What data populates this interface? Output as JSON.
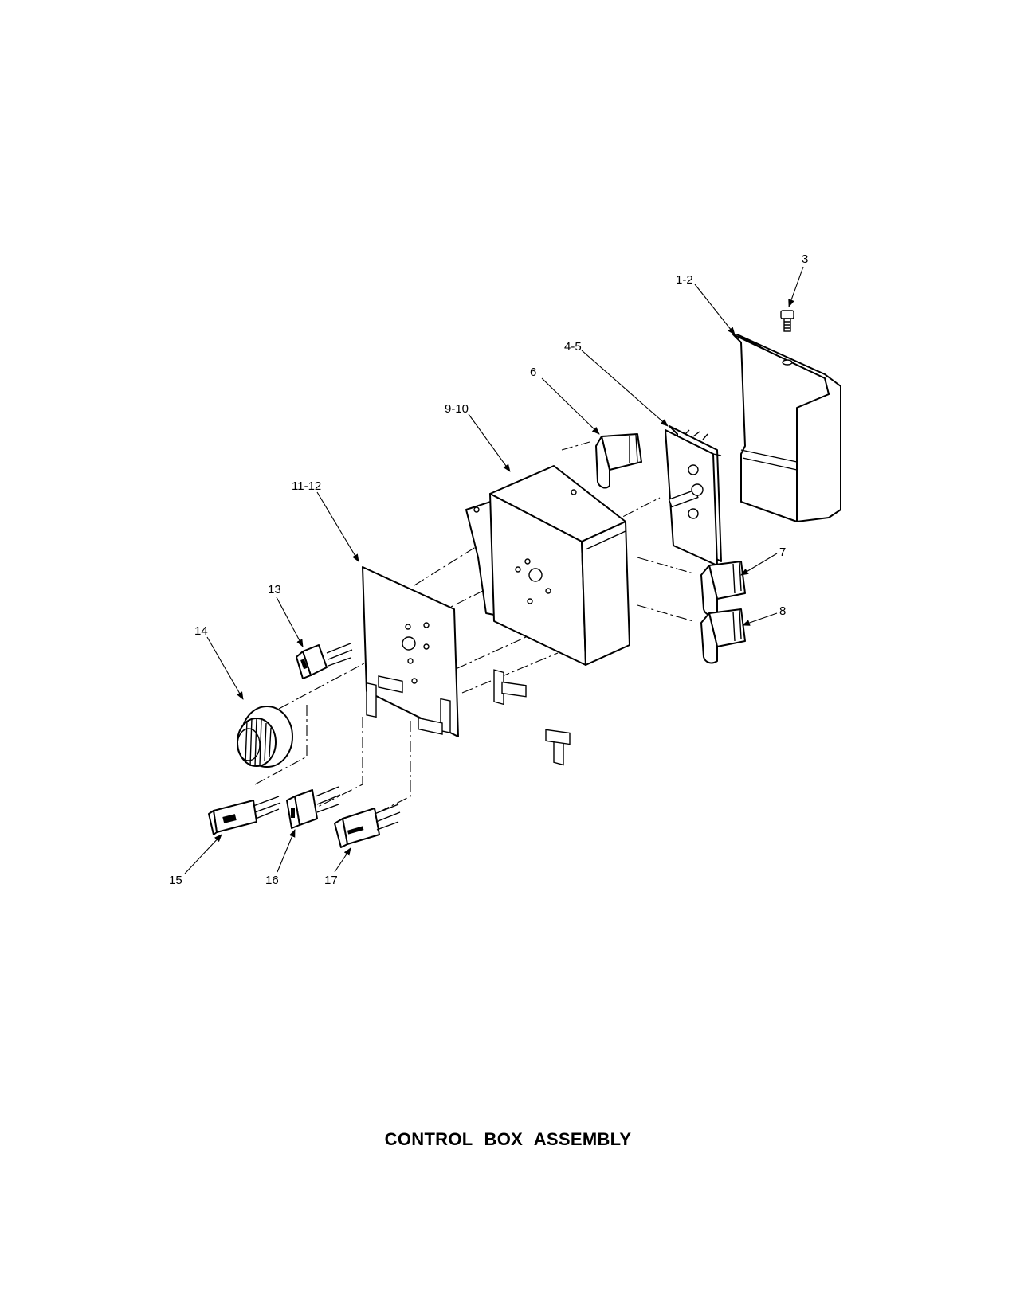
{
  "document": {
    "title": "CONTROL BOX ASSEMBLY",
    "callouts": {
      "c1_2": "1-2",
      "c3": "3",
      "c4_5": "4-5",
      "c6": "6",
      "c7": "7",
      "c8": "8",
      "c9_10": "9-10",
      "c11_12": "11-12",
      "c13": "13",
      "c14": "14",
      "c15": "15",
      "c16": "16",
      "c17": "17"
    }
  }
}
